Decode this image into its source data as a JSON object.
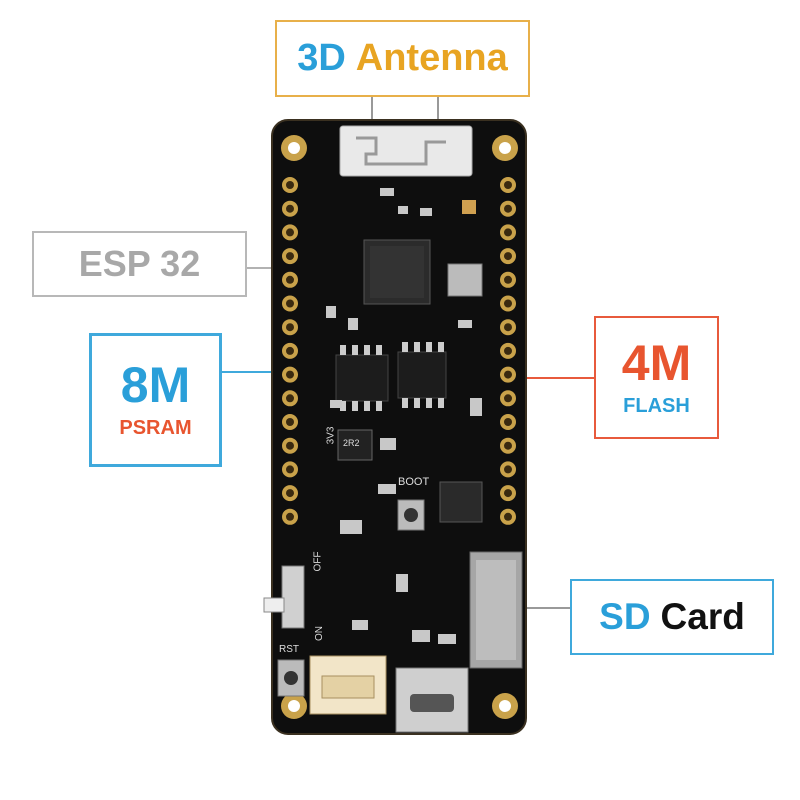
{
  "labels": {
    "antenna": {
      "prefix": "3D",
      "word": "Antenna"
    },
    "esp": "ESP 32",
    "psram": {
      "size": "8M",
      "name": "PSRAM"
    },
    "flash": {
      "size": "4M",
      "name": "FLASH"
    },
    "sd": {
      "prefix": "SD",
      "word": "Card"
    }
  },
  "silkscreen": {
    "v3": "3V3",
    "boot": "BOOT",
    "off": "OFF",
    "on": "ON",
    "rst": "RST",
    "inductor": "2R2"
  },
  "colors": {
    "pcb": "#0e0e0e",
    "pad": "#c9a24a",
    "antenna_box": "#e8b04a",
    "esp_box": "#b8b8b8",
    "psram_box": "#3fa9dc",
    "flash_box": "#e85a3c",
    "sd_box": "#3fa9dc"
  }
}
